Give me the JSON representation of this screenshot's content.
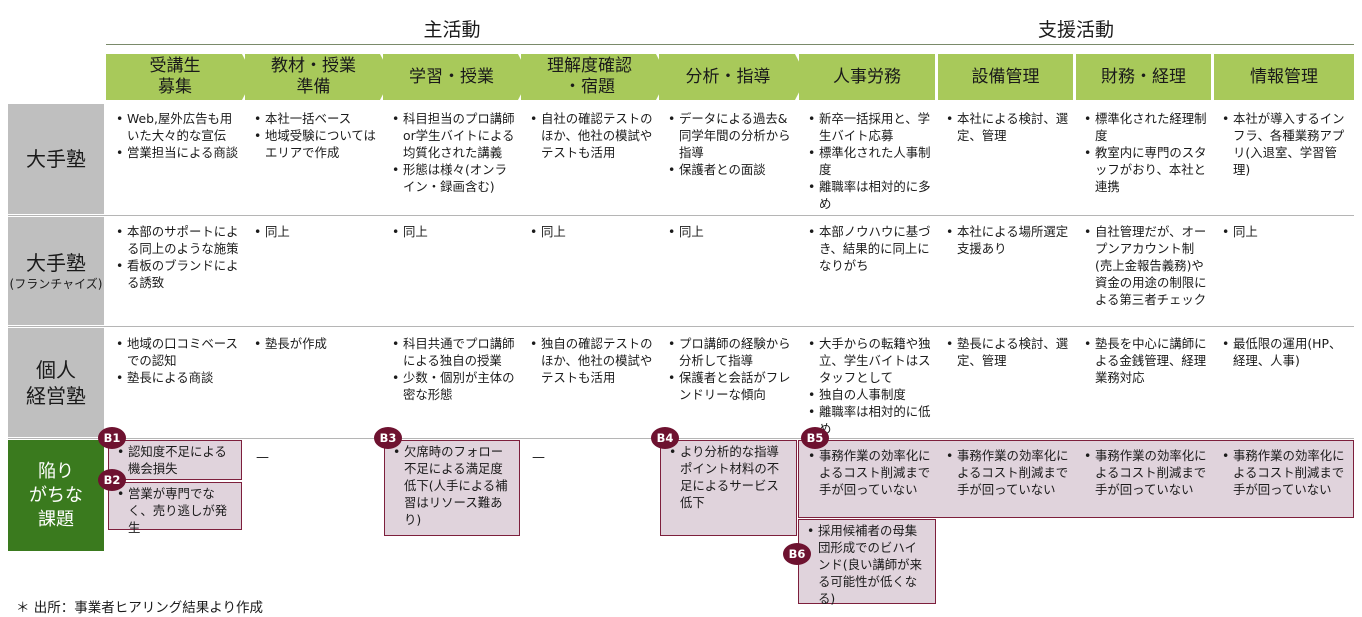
{
  "groups": {
    "main": "主活動",
    "support": "支援活動"
  },
  "chevrons": [
    "受講生\n募集",
    "教材・授業\n準備",
    "学習・授業",
    "理解度確認\n・宿題",
    "分析・指導",
    "人事労務",
    "設備管理",
    "財務・経理",
    "情報管理"
  ],
  "rows": {
    "large": {
      "line1": "大手塾"
    },
    "franchise": {
      "line1": "大手塾",
      "line2": "(フランチャイズ)"
    },
    "individual": {
      "line1": "個人",
      "line2": "経営塾"
    },
    "issues": {
      "line1": "陥り",
      "line2": "がちな",
      "line3": "課題"
    }
  },
  "cells": {
    "large": [
      [
        "Web,屋外広告も用いた大々的な宣伝",
        "営業担当による商談"
      ],
      [
        "本社一括ベース",
        "地域受験についてはエリアで作成"
      ],
      [
        "科目担当のプロ講師or学生バイトによる均質化された講義",
        "形態は様々(オンライン・録画含む)"
      ],
      [
        "自社の確認テストのほか、他社の模試やテストも活用"
      ],
      [
        "データによる過去&同学年間の分析から指導",
        "保護者との面談"
      ],
      [
        "新卒一括採用と、学生バイト応募",
        "標準化された人事制度",
        "離職率は相対的に多め"
      ],
      [
        "本社による検討、選定、管理"
      ],
      [
        "標準化された経理制度",
        "教室内に専門のスタッフがおり、本社と連携"
      ],
      [
        "本社が導入するインフラ、各種業務アプリ(入退室、学習管理)"
      ]
    ],
    "franchise": [
      [
        "本部のサポートによる同上のような施策",
        "看板のブランドによる誘致"
      ],
      [
        "同上"
      ],
      [
        "同上"
      ],
      [
        "同上"
      ],
      [
        "同上"
      ],
      [
        "本部ノウハウに基づき、結果的に同上になりがち"
      ],
      [
        "本社による場所選定支援あり"
      ],
      [
        "自社管理だが、オープンアカウント制(売上金報告義務)や資金の用途の制限による第三者チェック"
      ],
      [
        "同上"
      ]
    ],
    "individual": [
      [
        "地域の口コミベースでの認知",
        "塾長による商談"
      ],
      [
        "塾長が作成"
      ],
      [
        "科目共通でプロ講師による独自の授業",
        "少数・個別が主体の密な形態"
      ],
      [
        "独自の確認テストのほか、他社の模試やテストも活用"
      ],
      [
        "プロ講師の経験から分析して指導",
        "保護者と会話がフレンドリーな傾向"
      ],
      [
        "大手からの転籍や独立、学生バイトはスタッフとして",
        "独自の人事制度",
        "離職率は相対的に低め"
      ],
      [
        "塾長による検討、選定、管理"
      ],
      [
        "塾長を中心に講師による金銭管理、経理業務対応"
      ],
      [
        "最低限の運用(HP、経理、人事)"
      ]
    ]
  },
  "issues": {
    "B1": {
      "badge": "B1",
      "text": "認知度不足による機会損失"
    },
    "B2": {
      "badge": "B2",
      "text": "営業が専門でなく、売り逃しが発生"
    },
    "dash1": "—",
    "B3": {
      "badge": "B3",
      "text": "欠席時のフォロー不足による満足度低下(人手による補習はリソース難あり)"
    },
    "dash2": "—",
    "B4": {
      "badge": "B4",
      "text": "より分析的な指導ポイント材料の不足によるサービス低下"
    },
    "B5": {
      "badge": "B5",
      "texts": [
        "事務作業の効率化によるコスト削減まで手が回っていない",
        "事務作業の効率化によるコスト削減まで手が回っていない",
        "事務作業の効率化によるコスト削減まで手が回っていない",
        "事務作業の効率化によるコスト削減まで手が回っていない"
      ]
    },
    "B6": {
      "badge": "B6",
      "text": "採用候補者の母集団形成でのビハインド(良い講師が来る可能性が低くなる)"
    }
  },
  "footnote": "＊ 出所：事業者ヒアリング結果より作成"
}
